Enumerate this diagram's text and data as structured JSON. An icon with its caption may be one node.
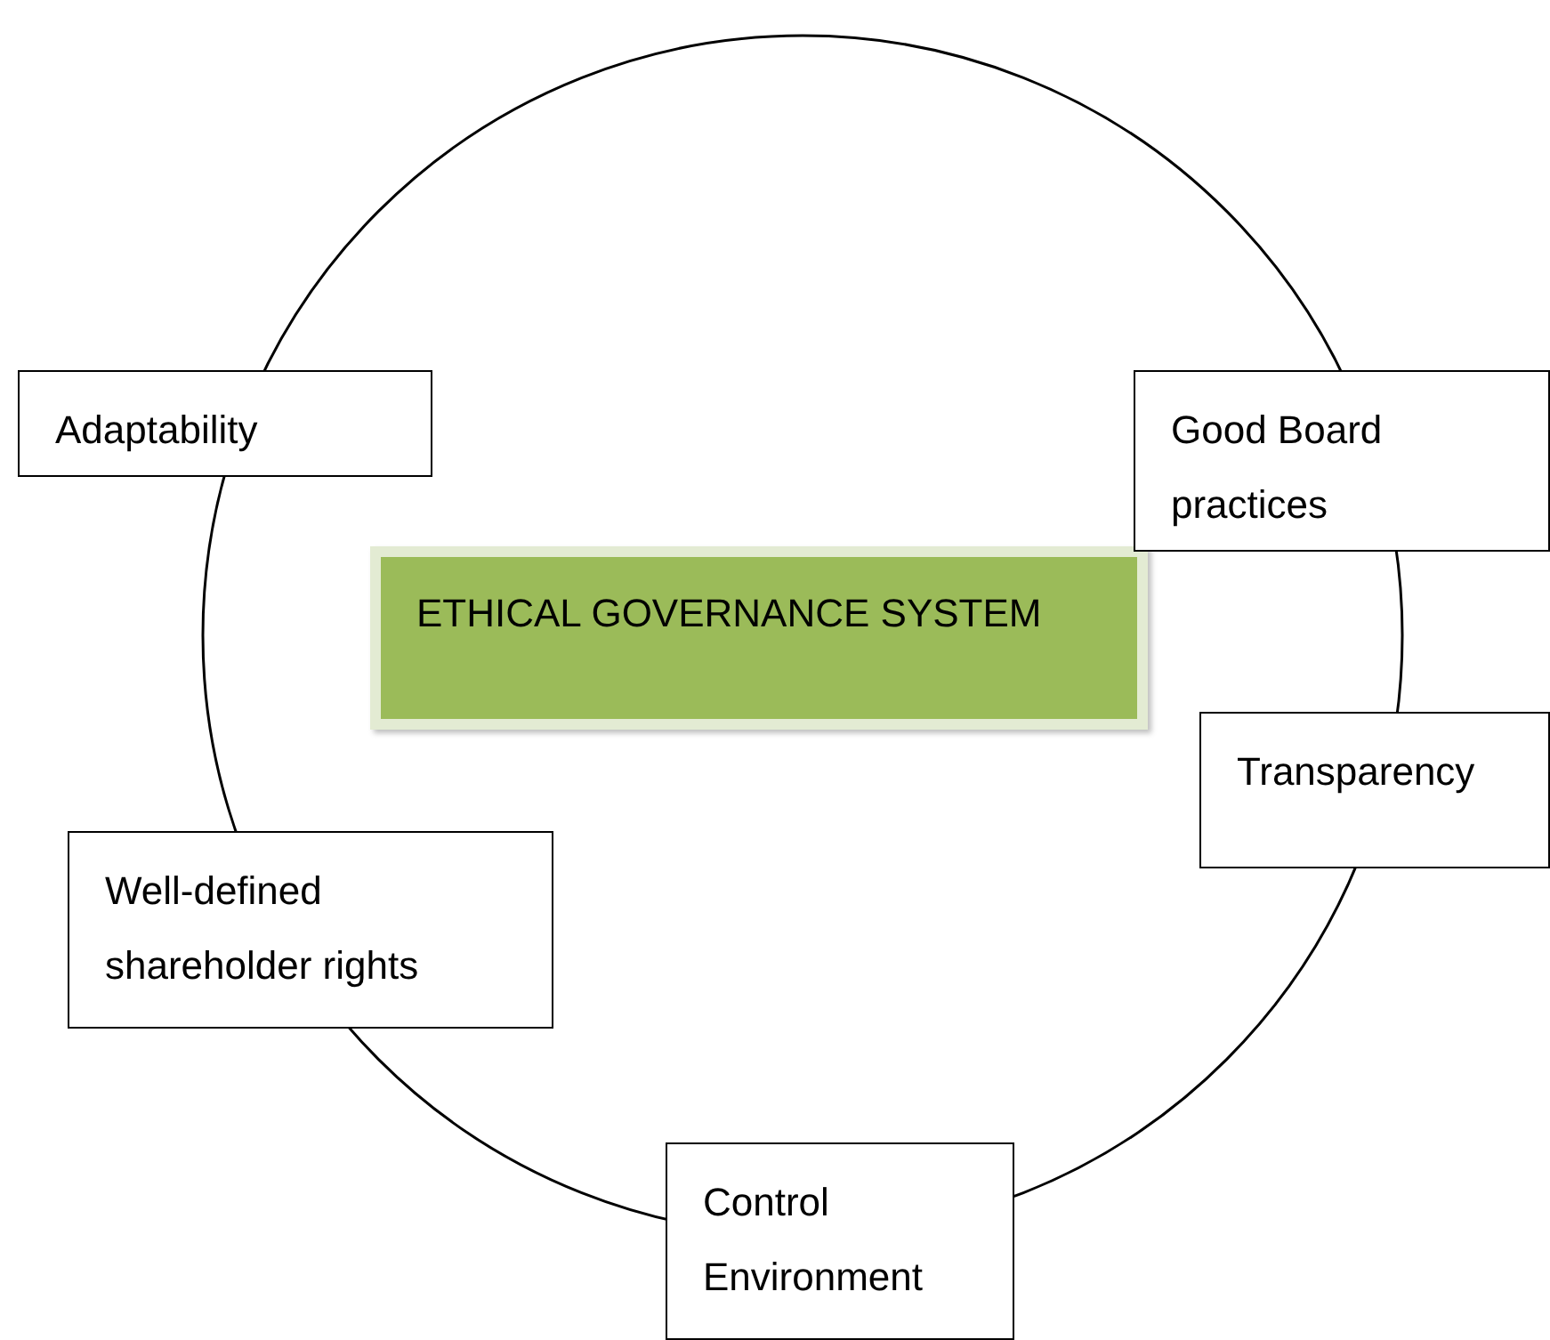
{
  "diagram": {
    "nodes": [
      {
        "text": [],
        "shape": "circle"
      },
      {
        "text": [
          "Adaptability"
        ]
      },
      {
        "text": [
          "Good Board practices"
        ]
      },
      {
        "text": [
          "ETHICAL GOVERNANCE SYSTEM"
        ],
        "in": 0
      },
      {
        "text": [
          "Transparency"
        ]
      },
      {
        "text": [
          "Well-defined shareholder rights"
        ]
      },
      {
        "text": [
          "Control Environment"
        ]
      }
    ]
  }
}
